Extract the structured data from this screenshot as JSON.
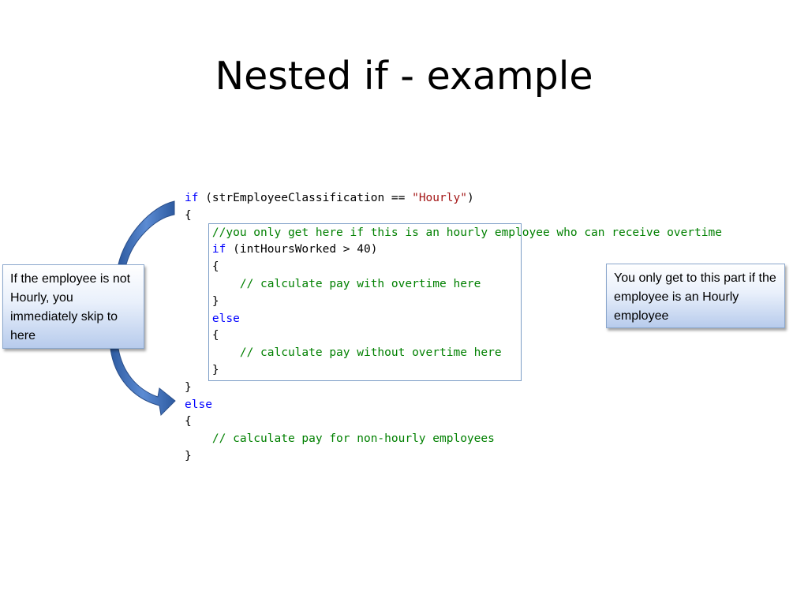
{
  "slide": {
    "title": "Nested if - example"
  },
  "code": {
    "line1": {
      "kw": "if",
      "open": " (strEmployeeClassification == ",
      "str": "\"Hourly\"",
      "close": ")"
    },
    "line2": "{",
    "line3": "    //you only get here if this is an hourly employee who can receive overtime",
    "line4": {
      "indent": "    ",
      "kw": "if",
      "rest": " (intHoursWorked > 40)"
    },
    "line5": "    {",
    "line6": "        // calculate pay with overtime here",
    "line7": "    }",
    "line8": {
      "indent": "    ",
      "kw": "else"
    },
    "line9": "    {",
    "line10": "        // calculate pay without overtime here",
    "line11": "    }",
    "line12": "}",
    "line13": {
      "kw": "else"
    },
    "line14": "{",
    "line15": "    // calculate pay for non-hourly employees",
    "line16": "}"
  },
  "callouts": {
    "left": "If the employee is not Hourly, you immediately skip to here",
    "right": "You only get to this part if the employee is an Hourly employee"
  },
  "colors": {
    "keyword": "#0000ff",
    "string": "#a31515",
    "comment": "#008000",
    "arrow": "#4f7ec4",
    "box_border": "#7a9cc6"
  }
}
